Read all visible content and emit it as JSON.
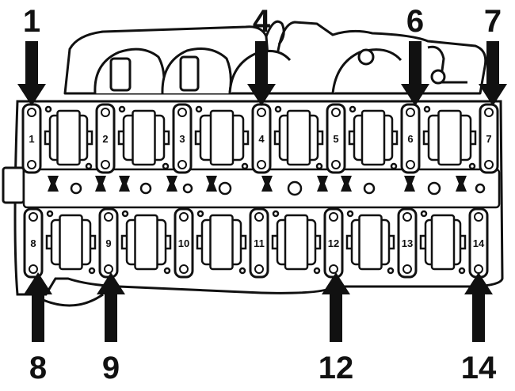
{
  "colors": {
    "ink": "#111111",
    "paper": "#ffffff"
  },
  "top_arrows": [
    {
      "label": "1"
    },
    {
      "label": "4"
    },
    {
      "label": "6"
    },
    {
      "label": "7"
    }
  ],
  "bottom_arrows": [
    {
      "label": "8"
    },
    {
      "label": "9"
    },
    {
      "label": "12"
    },
    {
      "label": "14"
    }
  ],
  "top_caps": [
    "1",
    "2",
    "3",
    "4",
    "5",
    "6",
    "7"
  ],
  "bottom_caps": [
    "8",
    "9",
    "10",
    "11",
    "12",
    "13",
    "14"
  ]
}
